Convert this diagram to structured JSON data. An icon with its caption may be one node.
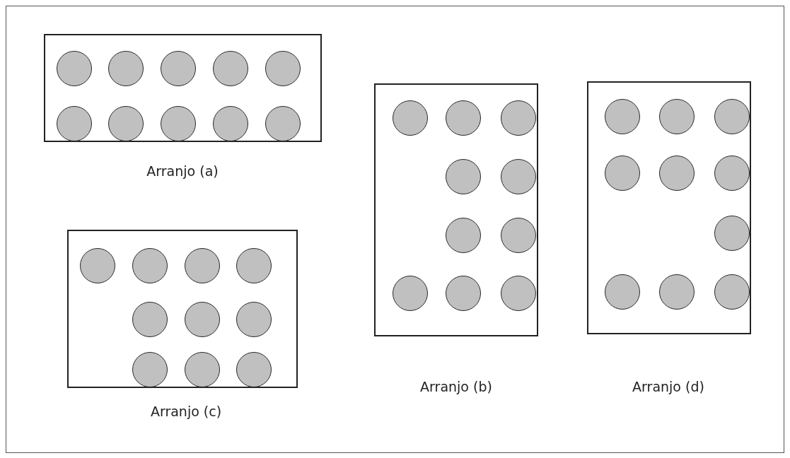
{
  "diagram": {
    "nodes": [
      {
        "text": [
          "Arranjo (a)"
        ]
      },
      {
        "text": [],
        "shape": "circle",
        "in": 0
      },
      {
        "text": [],
        "shape": "circle",
        "in": 0
      },
      {
        "text": [],
        "shape": "circle",
        "in": 0
      },
      {
        "text": [],
        "shape": "circle",
        "in": 0
      },
      {
        "text": [],
        "shape": "circle",
        "in": 0
      },
      {
        "text": [],
        "shape": "circle",
        "in": 0
      },
      {
        "text": [],
        "shape": "circle",
        "in": 0
      },
      {
        "text": [],
        "shape": "circle",
        "in": 0
      },
      {
        "text": [],
        "shape": "circle",
        "in": 0
      },
      {
        "text": [],
        "shape": "circle",
        "in": 0
      },
      {
        "text": [
          "Arranjo (b)"
        ]
      },
      {
        "text": [],
        "shape": "circle",
        "in": 11
      },
      {
        "text": [],
        "shape": "circle",
        "in": 11
      },
      {
        "text": [],
        "shape": "circle",
        "in": 11
      },
      {
        "text": [],
        "shape": "circle",
        "in": 11
      },
      {
        "text": [],
        "shape": "circle",
        "in": 11
      },
      {
        "text": [],
        "shape": "circle",
        "in": 11
      },
      {
        "text": [],
        "shape": "circle",
        "in": 11
      },
      {
        "text": [],
        "shape": "circle",
        "in": 11
      },
      {
        "text": [],
        "shape": "circle",
        "in": 11
      },
      {
        "text": [],
        "shape": "circle",
        "in": 11
      },
      {
        "text": [
          "Arranjo (d)"
        ]
      },
      {
        "text": [],
        "shape": "circle",
        "in": 22
      },
      {
        "text": [],
        "shape": "circle",
        "in": 22
      },
      {
        "text": [],
        "shape": "circle",
        "in": 22
      },
      {
        "text": [],
        "shape": "circle",
        "in": 22
      },
      {
        "text": [],
        "shape": "circle",
        "in": 22
      },
      {
        "text": [],
        "shape": "circle",
        "in": 22
      },
      {
        "text": [],
        "shape": "circle",
        "in": 22
      },
      {
        "text": [],
        "shape": "circle",
        "in": 22
      },
      {
        "text": [],
        "shape": "circle",
        "in": 22
      },
      {
        "text": [],
        "shape": "circle",
        "in": 22
      },
      {
        "text": [
          "Arranjo (c)"
        ]
      },
      {
        "text": [],
        "shape": "circle",
        "in": 33
      },
      {
        "text": [],
        "shape": "circle",
        "in": 33
      },
      {
        "text": [],
        "shape": "circle",
        "in": 33
      },
      {
        "text": [],
        "shape": "circle",
        "in": 33
      },
      {
        "text": [],
        "shape": "circle",
        "in": 33
      },
      {
        "text": [],
        "shape": "circle",
        "in": 33
      },
      {
        "text": [],
        "shape": "circle",
        "in": 33
      },
      {
        "text": [],
        "shape": "circle",
        "in": 33
      },
      {
        "text": [],
        "shape": "circle",
        "in": 33
      },
      {
        "text": [],
        "shape": "circle",
        "in": 33
      }
    ]
  }
}
